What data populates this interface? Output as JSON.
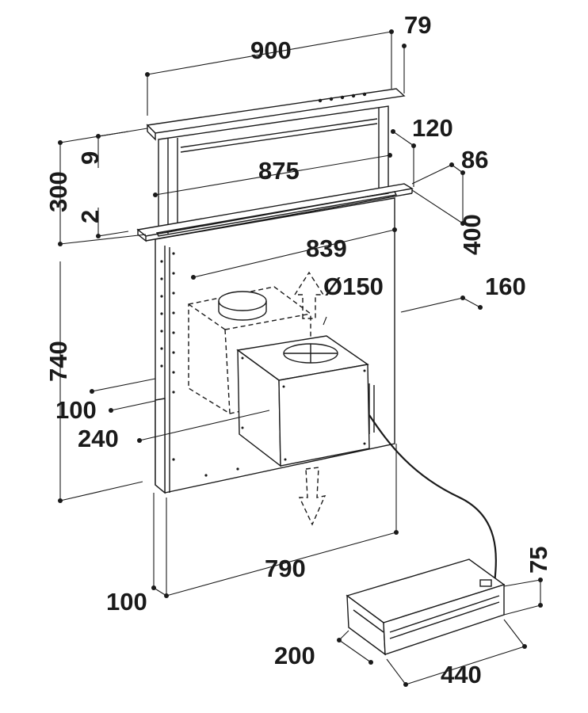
{
  "diagram": {
    "dimensions": {
      "total_width": "900",
      "glass_depth": "79",
      "inner_width": "875",
      "top_offset": "120",
      "frame_depth": "86",
      "rise_height": "300",
      "top_gap": "9",
      "bottom_gap": "2",
      "body_width": "839",
      "duct_diameter": "Ø150",
      "side_offset": "160",
      "body_depth": "400",
      "body_height": "740",
      "motor_offset": "100",
      "motor_height": "240",
      "bottom_width": "790",
      "base_offset": "100",
      "box_height": "75",
      "box_depth": "200",
      "box_width": "440"
    }
  }
}
